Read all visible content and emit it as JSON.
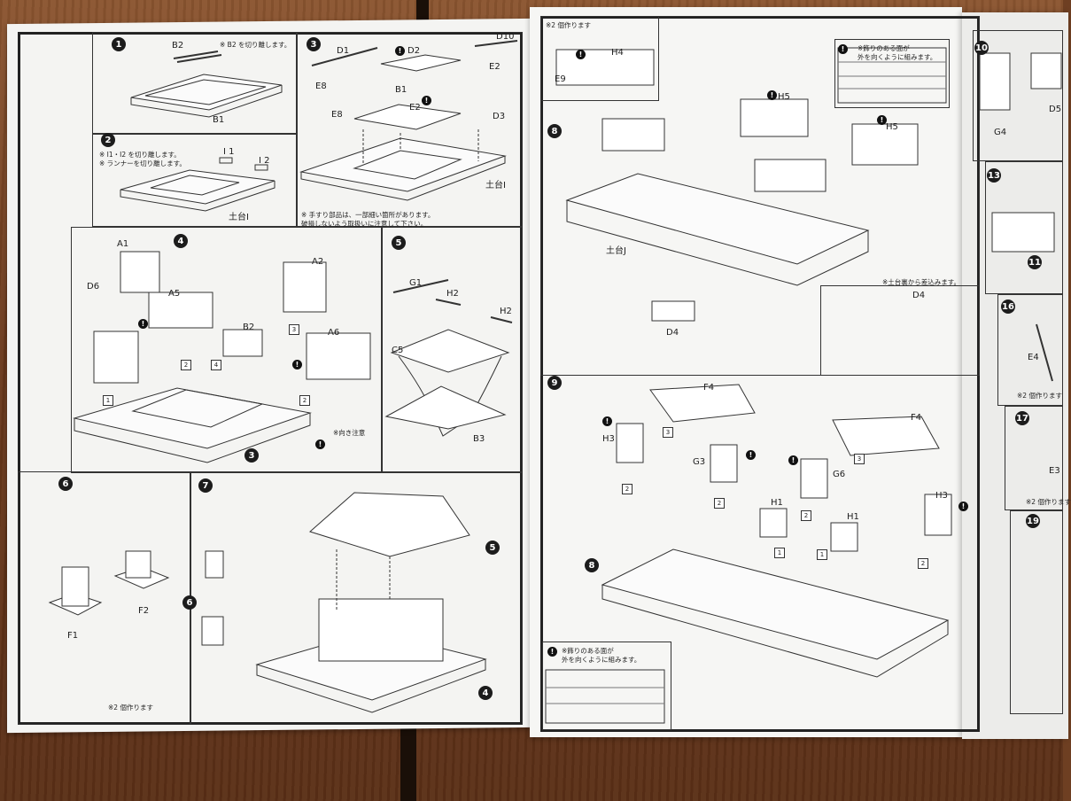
{
  "steps": {
    "s1": "1",
    "s2": "2",
    "s3": "3",
    "s4": "4",
    "s5": "5",
    "s6": "6",
    "s7": "7",
    "s8": "8",
    "s9": "9",
    "s10": "10",
    "s13": "13",
    "s16": "16",
    "s17": "17",
    "s19": "19",
    "ref3": "3",
    "ref5": "5",
    "ref6": "6",
    "ref4": "4",
    "ref8": "8",
    "ref11": "11"
  },
  "notes": {
    "n1": "※ B2 を切り離します。",
    "n2a": "※ I1・I2 を切り離します。",
    "n2b": "※ ランナーを切り離します。",
    "n3a": "※ 手すり部品は、一部細い箇所があります。",
    "n3b": "破損しないよう取扱いに注意して下さい。",
    "n4": "※向き注意",
    "n6": "※2 個作ります",
    "n8top": "※2 個作ります",
    "n8a": "※飾りのある面が",
    "n8b": "外を向くように組みます。",
    "n8c": "※土台裏から差込みます。",
    "n9a": "※飾りのある面が",
    "n9b": "外を向くように組みます。",
    "n16": "※2 個作ります",
    "n17": "※2 個作ります"
  },
  "labels": {
    "B2": "B2",
    "B1": "B1",
    "I1": "I 1",
    "I2": "I 2",
    "dai1": "土台I",
    "dai1b": "土台I",
    "D1": "D1",
    "D2": "D2",
    "D10": "D10",
    "E8a": "E8",
    "E8b": "E8",
    "E2a": "E2",
    "E2b": "E2",
    "B1b": "B1",
    "D3": "D3",
    "A1": "A1",
    "D6": "D6",
    "A5": "A5",
    "A2": "A2",
    "A6": "A6",
    "B2b": "B2",
    "G1": "G1",
    "H2a": "H2",
    "H2b": "H2",
    "C5": "C5",
    "B3": "B3",
    "F1": "F1",
    "F2": "F2",
    "H4": "H4",
    "E9": "E9",
    "H5a": "H5",
    "H5b": "H5",
    "daiJ": "土台J",
    "D4a": "D4",
    "D4b": "D4",
    "F4a": "F4",
    "F4b": "F4",
    "H3a": "H3",
    "H3b": "H3",
    "G3": "G3",
    "G6": "G6",
    "H1a": "H1",
    "H1b": "H1",
    "G4": "G4",
    "D5": "D5",
    "E4": "E4",
    "E3": "E3"
  },
  "small_numbers": {
    "q1": "1",
    "q2": "2",
    "q3": "4",
    "q4": "3",
    "q5": "2",
    "q6": "3",
    "q7": "2",
    "q8": "2",
    "q9": "1",
    "q10": "2",
    "q11": "1",
    "q12": "2",
    "q13": "3"
  }
}
